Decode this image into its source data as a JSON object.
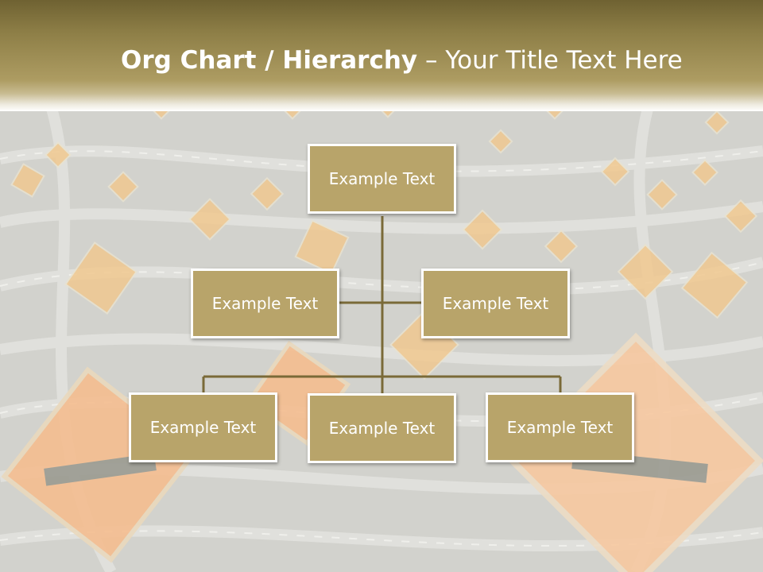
{
  "slide": {
    "title_bold": "Org Chart / Hierarchy",
    "title_dash": "–",
    "title_rest": "Your Title Text Here"
  },
  "org_chart": {
    "top": "Example Text",
    "assistant_left": "Example Text",
    "assistant_right": "Example Text",
    "children": [
      "Example Text",
      "Example Text",
      "Example Text"
    ]
  },
  "colors": {
    "box_fill": "#b8a46a",
    "box_border": "#ffffff",
    "connector": "#7a6a38",
    "header": "#8e7f47",
    "sign_orange": "#f2b07a"
  }
}
